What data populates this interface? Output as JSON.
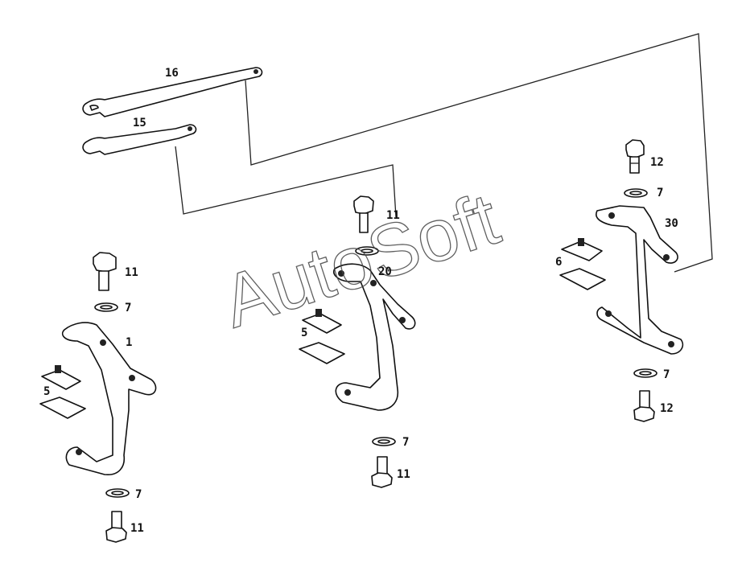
{
  "watermark": "AutoSoft",
  "callouts": {
    "c16": "16",
    "c15": "15",
    "c11_mid": "11",
    "c12_top": "12",
    "c7_right_top": "7",
    "c30": "30",
    "c6": "6",
    "c20": "20",
    "c11_left_top": "11",
    "c7_left_top": "7",
    "c5_mid": "5",
    "c1": "1",
    "c5_left": "5",
    "c7_right_bot": "7",
    "c12_bot": "12",
    "c7_mid_bot": "7",
    "c11_mid_bot": "11",
    "c7_left_bot": "7",
    "c11_left_bot": "11"
  }
}
